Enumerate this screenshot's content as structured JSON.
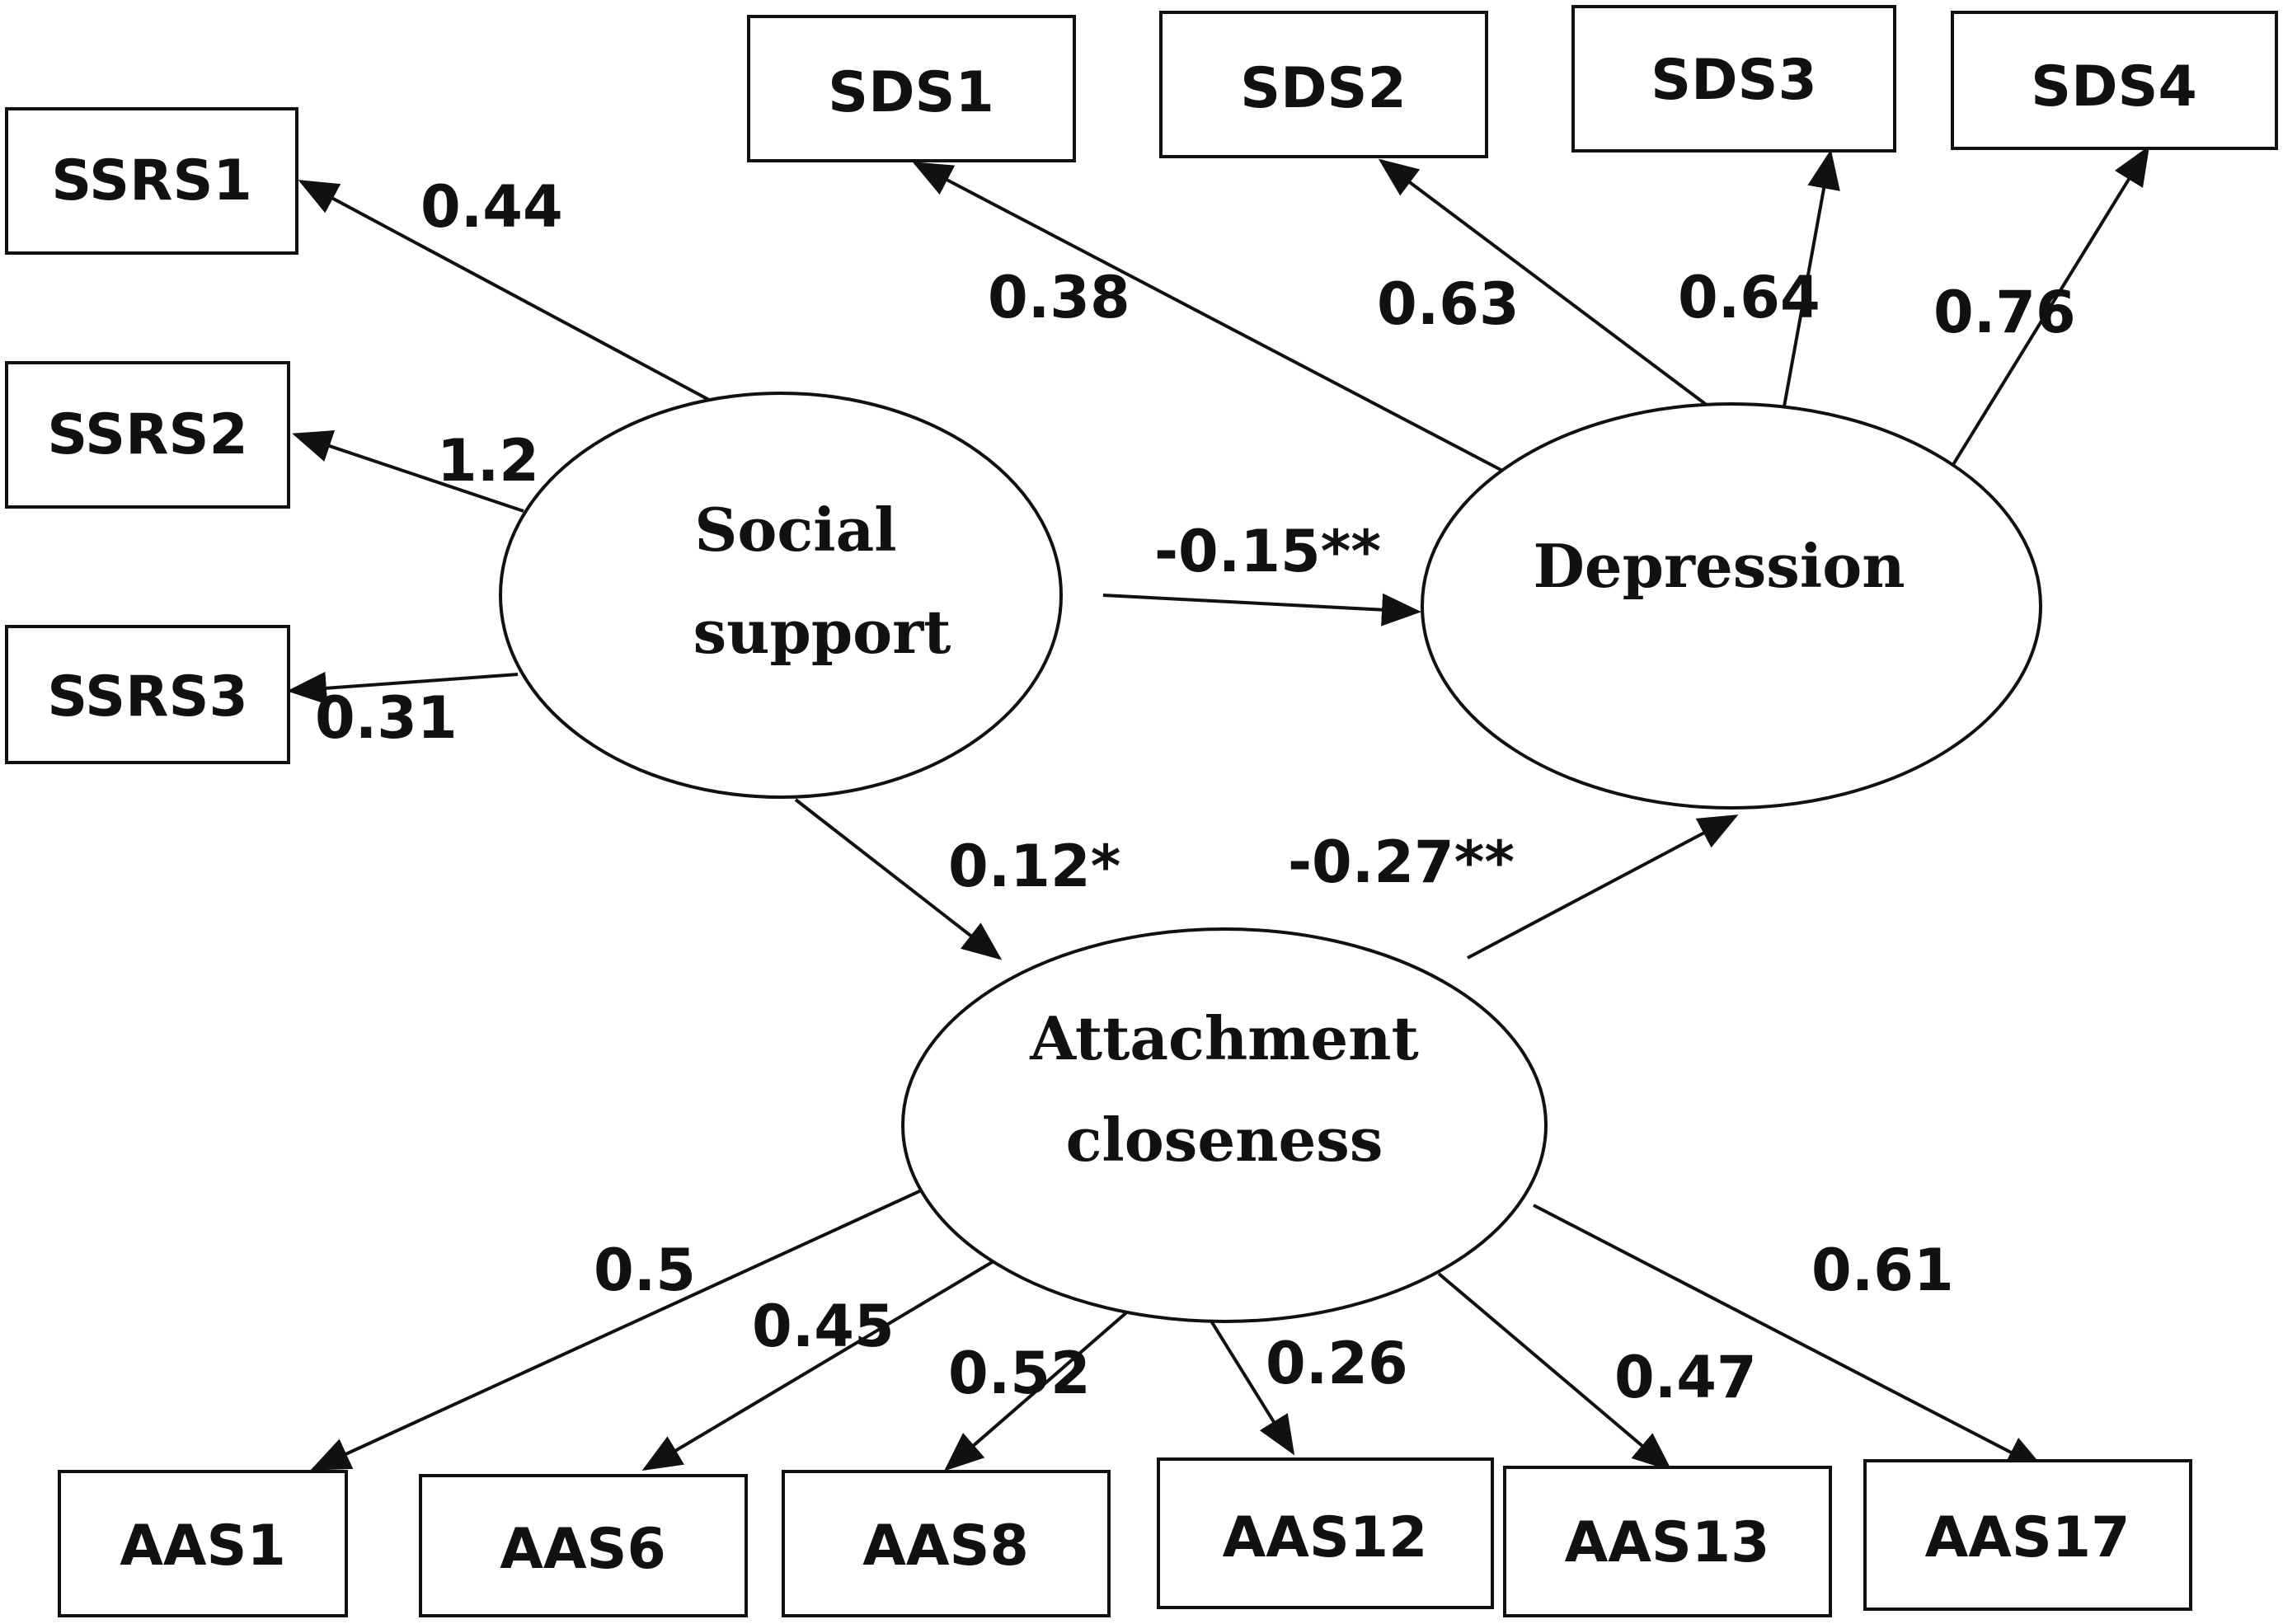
{
  "latents": {
    "social_support": {
      "line1": "Social",
      "line2": "support"
    },
    "depression": {
      "line1": "Depression"
    },
    "attachment": {
      "line1": "Attachment",
      "line2": "closeness"
    }
  },
  "indicators": {
    "ssrs1": "SSRS1",
    "ssrs2": "SSRS2",
    "ssrs3": "SSRS3",
    "sds1": "SDS1",
    "sds2": "SDS2",
    "sds3": "SDS3",
    "sds4": "SDS4",
    "aas1": "AAS1",
    "aas6": "AAS6",
    "aas8": "AAS8",
    "aas12": "AAS12",
    "aas13": "AAS13",
    "aas17": "AAS17"
  },
  "coefficients": {
    "ss_ssrs1": "0.44",
    "ss_ssrs2": "1.2",
    "ss_ssrs3": "0.31",
    "dep_sds1": "0.38",
    "dep_sds2": "0.63",
    "dep_sds3": "0.64",
    "dep_sds4": "0.76",
    "ss_dep": "-0.15**",
    "ss_att": "0.12*",
    "att_dep": "-0.27**",
    "att_aas1": "0.5",
    "att_aas6": "0.45",
    "att_aas8": "0.52",
    "att_aas12": "0.26",
    "att_aas13": "0.47",
    "att_aas17": "0.61"
  },
  "colors": {
    "stroke": "#111111",
    "background": "#ffffff"
  }
}
